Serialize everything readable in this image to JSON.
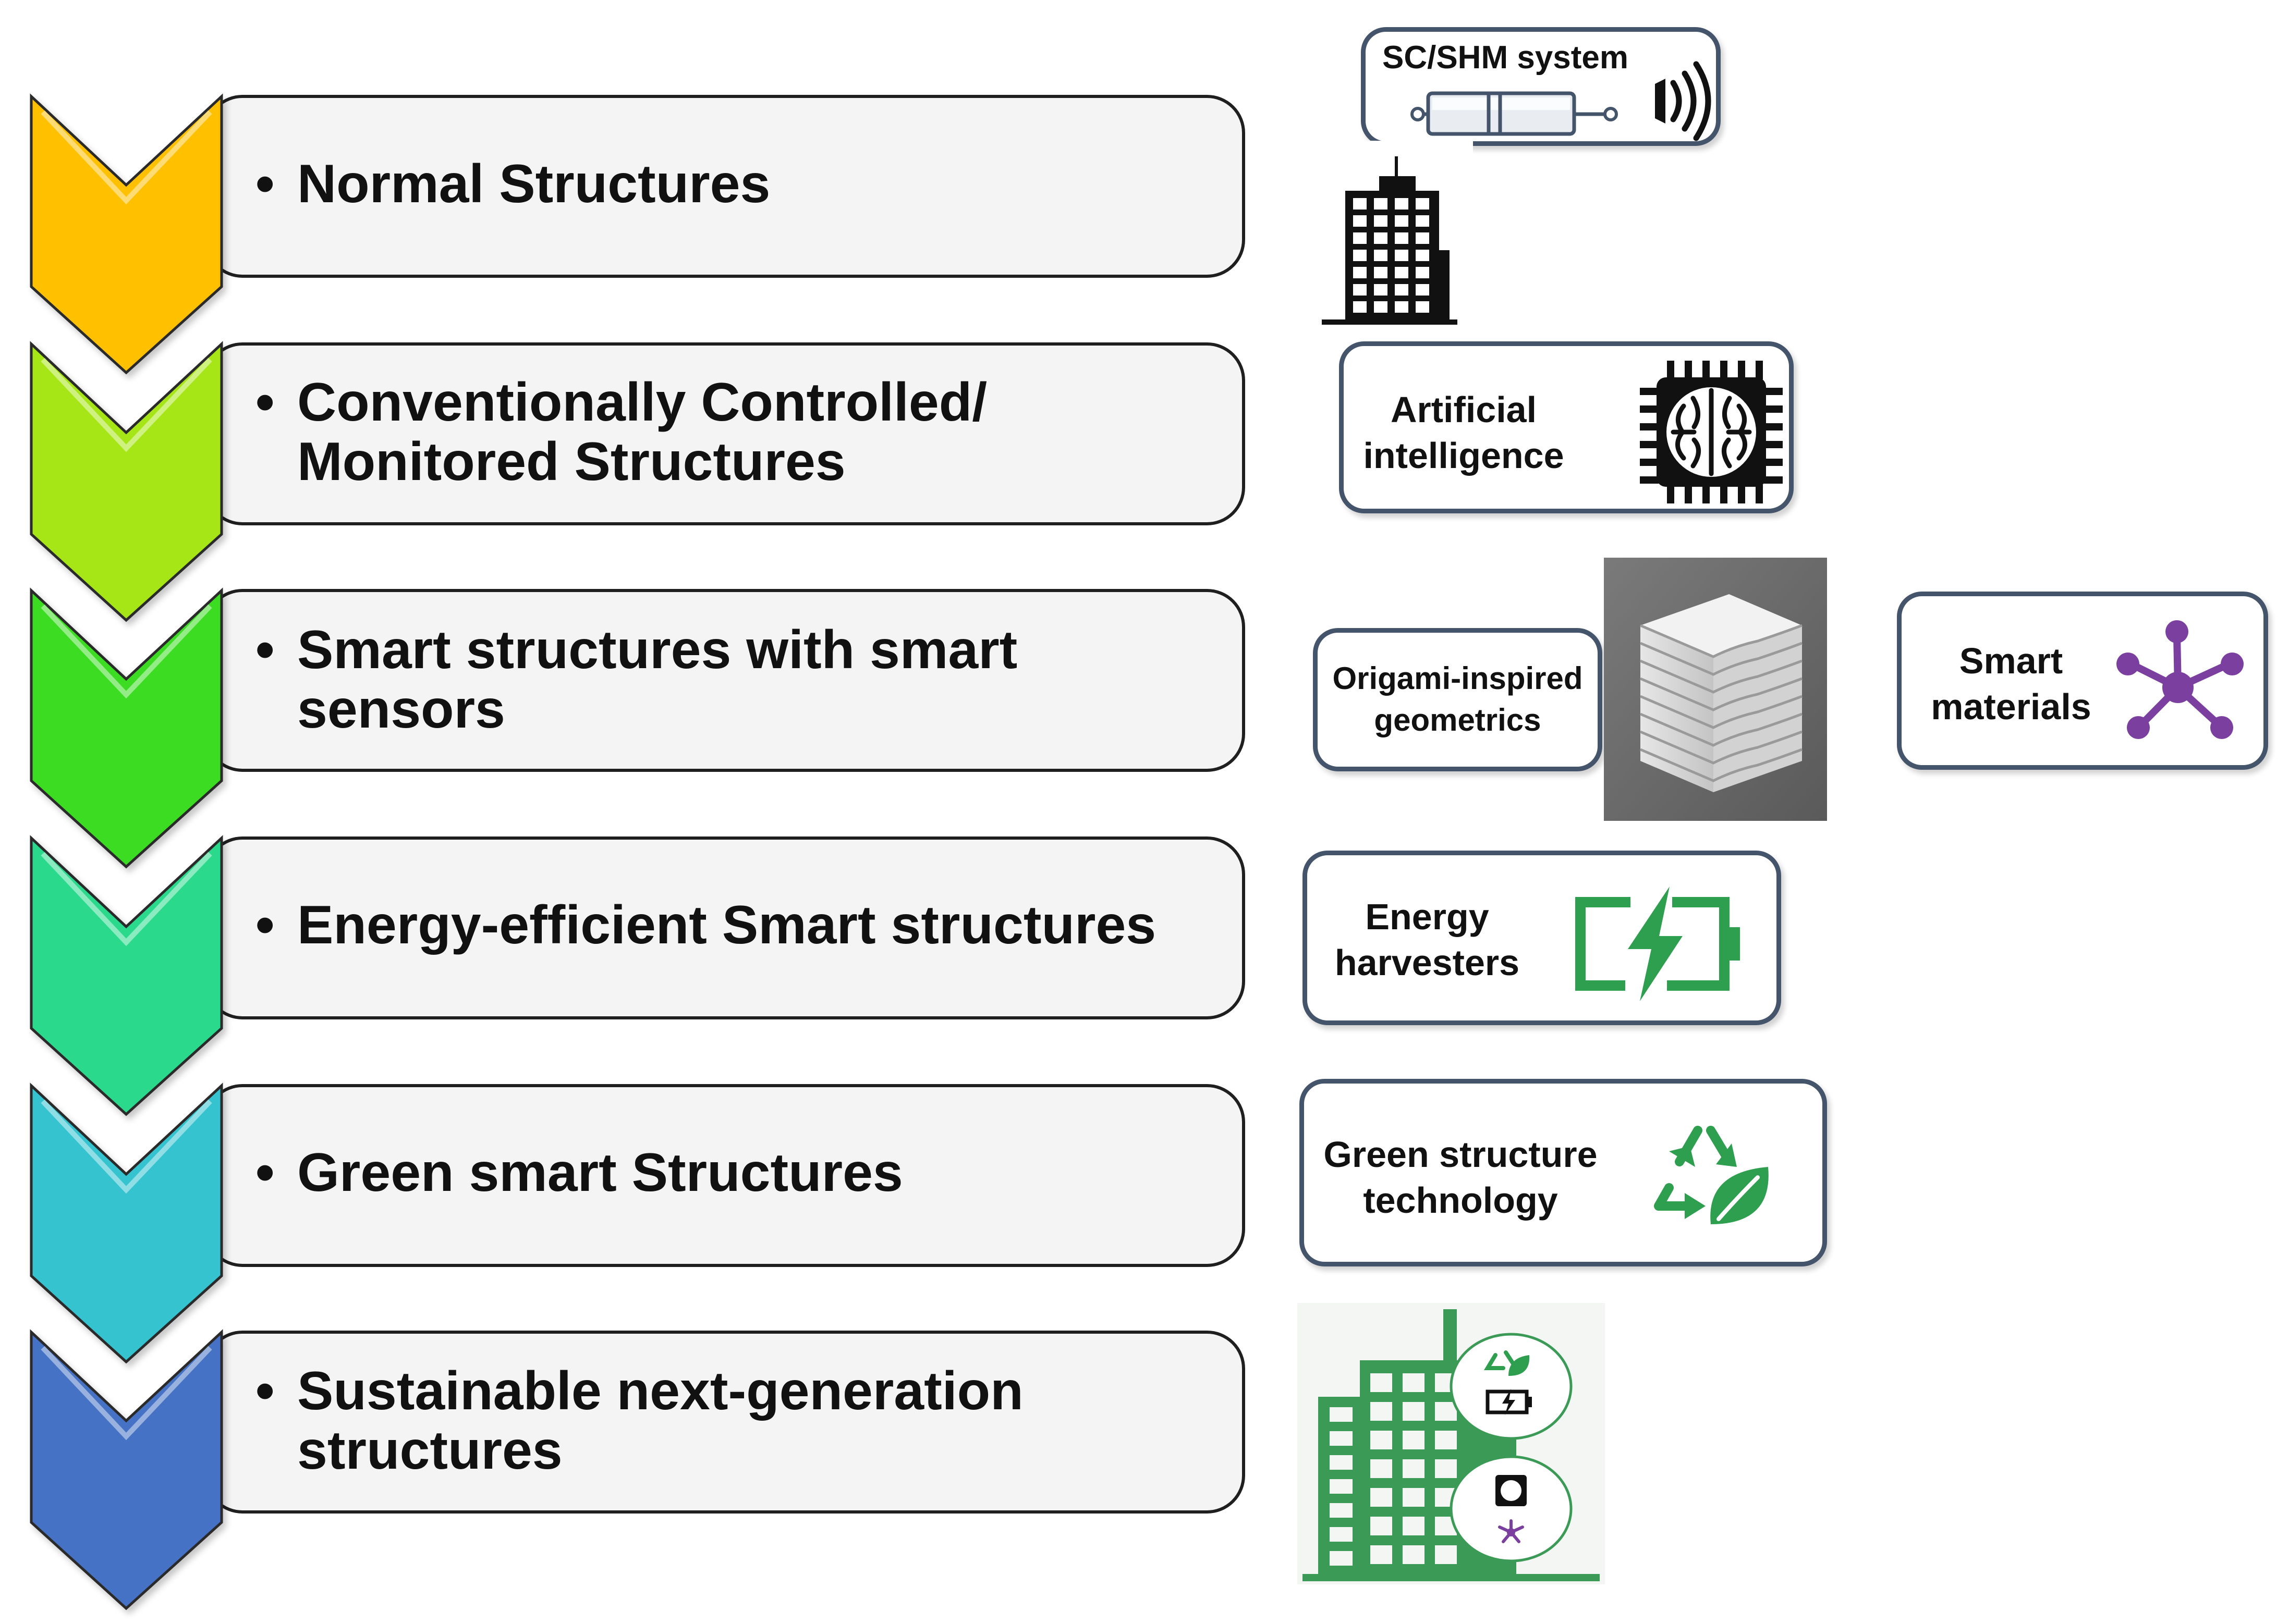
{
  "colors": {
    "arrows": [
      "#ffc000",
      "#a6e619",
      "#3bdc23",
      "#2bd98c",
      "#34c3d0",
      "#4472c4"
    ],
    "box_border": "#44546a",
    "green": "#2e9e4f",
    "purple": "#7b3fa0",
    "text": "#111111"
  },
  "stages": [
    {
      "lines": [
        "Normal Structures"
      ]
    },
    {
      "lines": [
        "Conventionally Controlled/",
        "Monitored Structures"
      ]
    },
    {
      "lines": [
        "Smart structures with smart",
        "sensors"
      ]
    },
    {
      "lines": [
        "Energy-efficient Smart structures"
      ]
    },
    {
      "lines": [
        "Green smart Structures"
      ]
    },
    {
      "lines": [
        "Sustainable next-generation",
        "structures"
      ]
    }
  ],
  "bullet": "•",
  "enablers": {
    "shm": {
      "label": "SC/SHM system",
      "icon": "damper-wireless-icon"
    },
    "normal_building": {
      "icon": "building-icon"
    },
    "ai": {
      "lines": [
        "Artificial",
        "intelligence"
      ],
      "icon": "brain-chip-icon"
    },
    "origami": {
      "lines": [
        "Origami-inspired",
        "geometrics"
      ],
      "image": "origami-block-photo"
    },
    "smart_materials": {
      "lines": [
        "Smart",
        "materials"
      ],
      "icon": "molecule-icon"
    },
    "energy": {
      "lines": [
        "Energy",
        "harvesters"
      ],
      "icon": "charging-battery-icon"
    },
    "green": {
      "lines": [
        "Green structure",
        "technology"
      ],
      "icon": "recycle-leaf-icon"
    },
    "sustainable_building": {
      "icon": "green-building-icon"
    }
  }
}
